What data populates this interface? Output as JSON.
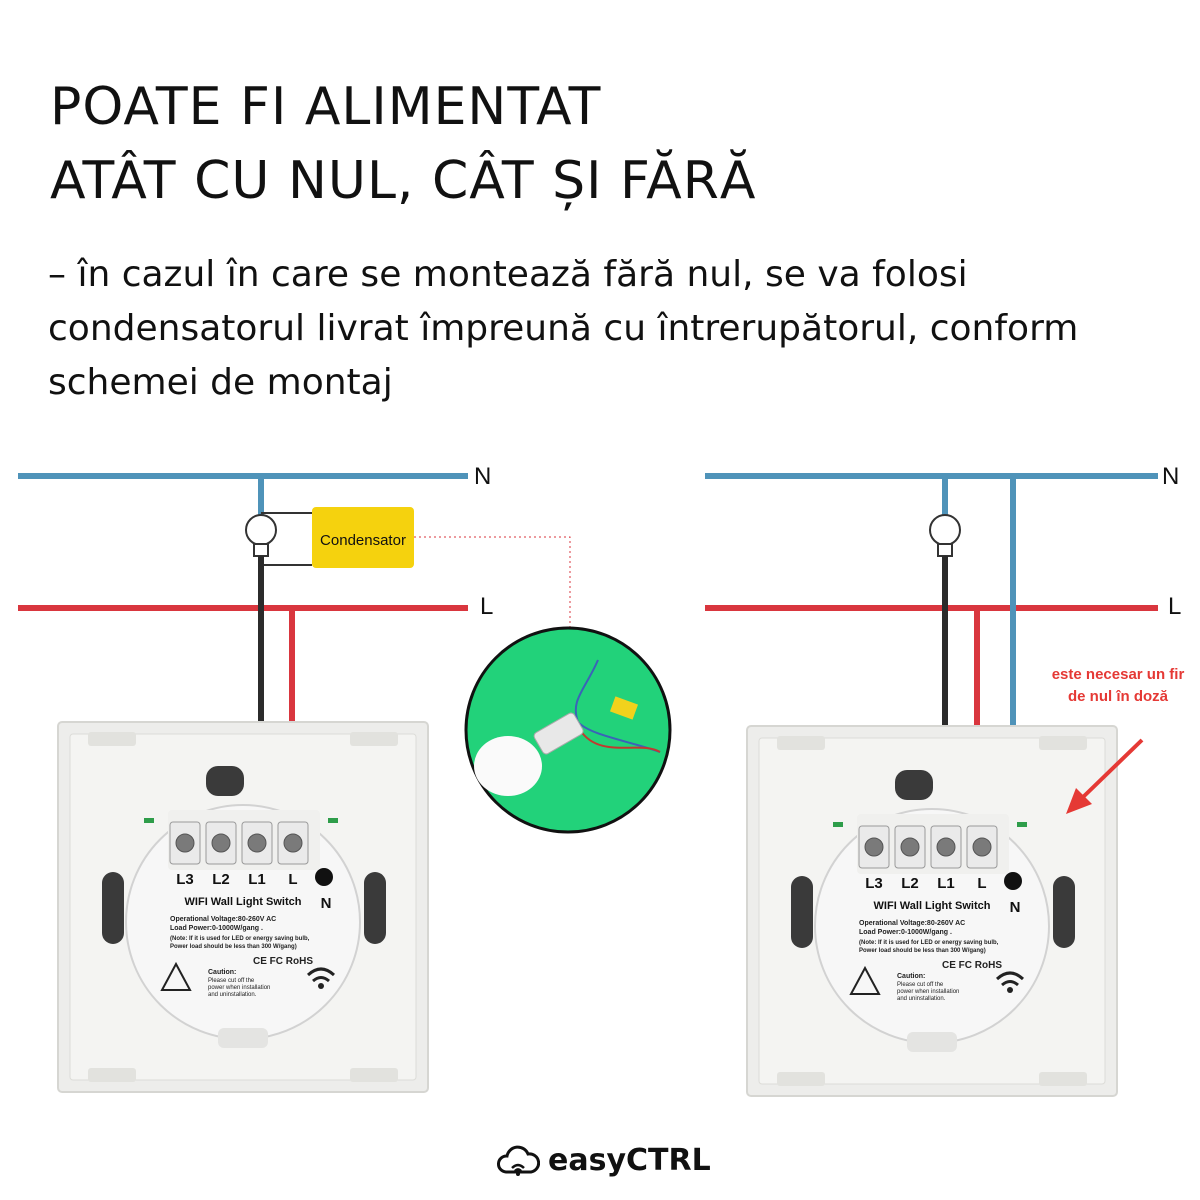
{
  "heading": {
    "line1": "POATE FI ALIMENTAT",
    "line2": "ATÂT CU NUL, CÂT ȘI FĂRĂ",
    "subtitle": " – în cazul în care se montează fără nul, se va folosi condensatorul livrat împreună cu întrerupătorul, conform schemei de montaj"
  },
  "wires": {
    "neutral_label": "N",
    "live_label": "L"
  },
  "left_scheme": {
    "capacitor_label": "Condensator"
  },
  "right_scheme": {
    "note_line1": "este necesar un fir",
    "note_line2": "de nul în doză"
  },
  "switch": {
    "terminals": [
      "L3",
      "L2",
      "L1",
      "L"
    ],
    "neutral_terminal": "N",
    "product_name": "WIFI Wall Light Switch",
    "spec_line1": "Operational Voltage:80-260V AC",
    "spec_line2": "Load Power:0-1000W/gang .",
    "spec_line3": "(Note: If it is used for LED or energy saving bulb,",
    "spec_line4": "Power load should be less than 300 W/gang)",
    "cert_marks": "CE FC RoHS",
    "caution_title": "Caution:",
    "caution_line1": "Please cut off the",
    "caution_line2": "power when installation",
    "caution_line3": "and uninstallation."
  },
  "brand": {
    "name": "easyCTRL",
    "icon": "cloud-wifi-icon"
  },
  "colors": {
    "neutral_wire": "#4f93b9",
    "live_wire": "#d9363e",
    "load_wire": "#2b2b2b",
    "capacitor_fill": "#f5d20e",
    "note_text": "#e53935",
    "inset_background": "#22d27a"
  }
}
